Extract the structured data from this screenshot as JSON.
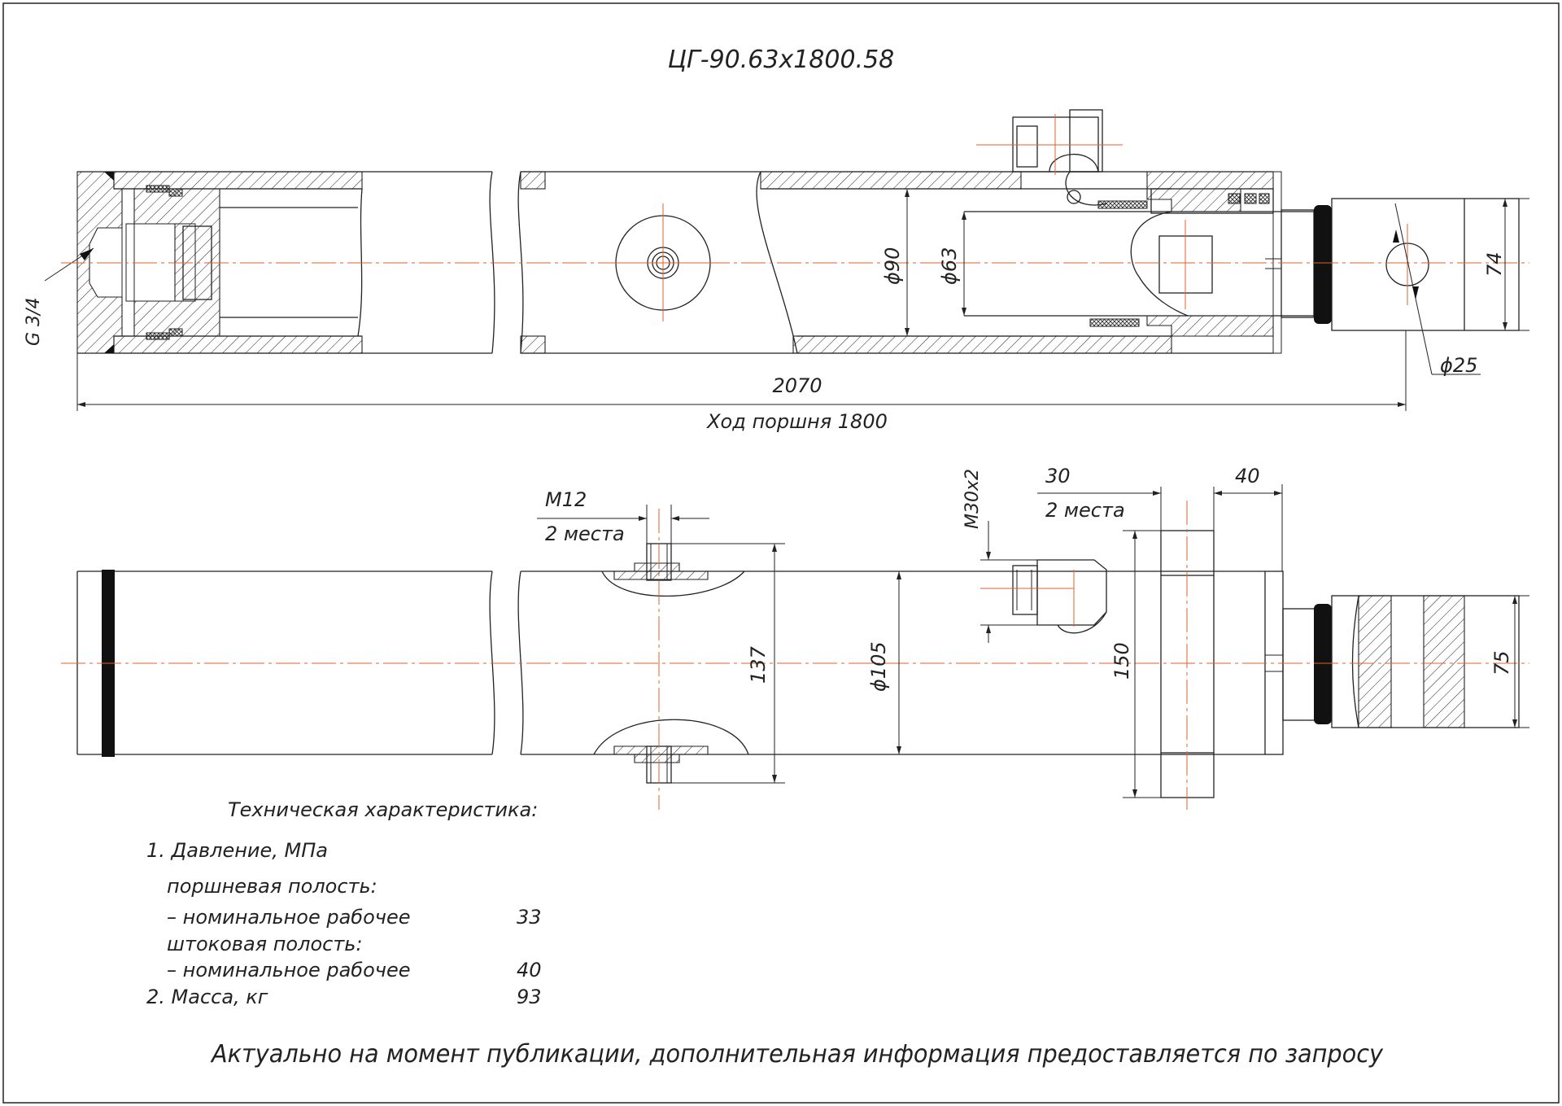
{
  "title": "ЦГ-90.63х1800.58",
  "dimensions": {
    "port": "G 3/4",
    "bore": "ϕ90",
    "rod": "ϕ63",
    "eye_height": "74",
    "pin_diameter": "ϕ25",
    "overall_length": "2070",
    "stroke": "Ход поршня 1800",
    "mount_thread": "M12",
    "mount_count": "2 места",
    "mount_span": "137",
    "body_diameter": "ϕ105",
    "fitting_thread": "M30x2",
    "width_30": "30",
    "width_40": "40",
    "fitting_count": "2 места",
    "eye_span": "150",
    "end_height": "75"
  },
  "specs": {
    "heading": "Техническая характеристика:",
    "pressure_title": "1. Давление, МПа",
    "piston_cavity": "поршневая полость:",
    "nominal_working_1_label": "– номинальное рабочее",
    "nominal_working_1_value": "33",
    "rod_cavity": "штоковая полость:",
    "nominal_working_2_label": "– номинальное рабочее",
    "nominal_working_2_value": "40",
    "mass_label": "2. Масса, кг",
    "mass_value": "93"
  },
  "footer": "Актуально на момент публикации, дополнительная информация предоставляется по запросу",
  "colors": {
    "line": "#222222",
    "axis": "#e0622c",
    "background": "#ffffff"
  }
}
